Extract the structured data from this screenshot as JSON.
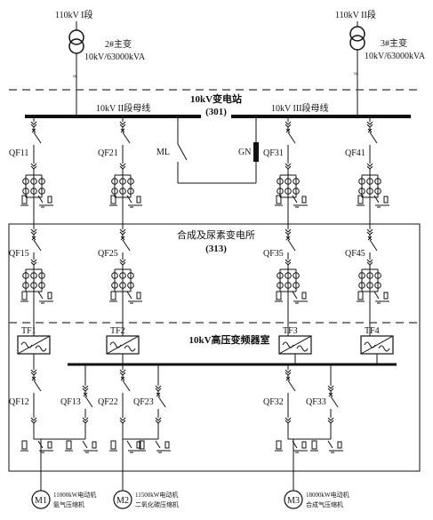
{
  "sources": [
    {
      "feed": "110kV  I段",
      "name": "2#主变",
      "rating": "10kV/63000kVA"
    },
    {
      "feed": "110kV  II段",
      "name": "3#主变",
      "rating": "10kV/63000kVA"
    }
  ],
  "substation": {
    "title": "10kV变电站",
    "code": "(301)"
  },
  "buses": {
    "left": "10kV  II段母线",
    "right": "10kV  III段母线"
  },
  "tie": {
    "ml": "ML",
    "gn": "GN"
  },
  "upper_breakers": [
    "QF11",
    "QF21",
    "QF31",
    "QF41"
  ],
  "building": {
    "title": "合成及尿素变电所",
    "code": "(313)"
  },
  "middle_breakers": [
    "QF15",
    "QF25",
    "QF35",
    "QF45"
  ],
  "vfd_room": "10kV高压变频器室",
  "vfds": [
    "TF1",
    "TF2",
    "TF3",
    "TF4"
  ],
  "lower_breakers": [
    "QF12",
    "QF13",
    "QF22",
    "QF23",
    "QF32",
    "QF33"
  ],
  "motors": [
    {
      "tag": "M1",
      "line1": "11000kW电动机",
      "line2": "氨气压缩机"
    },
    {
      "tag": "M2",
      "line1": "11500kW电动机",
      "line2": "二氧化碳压缩机"
    },
    {
      "tag": "M3",
      "line1": "18000kW电动机",
      "line2": "合成气压缩机"
    }
  ]
}
